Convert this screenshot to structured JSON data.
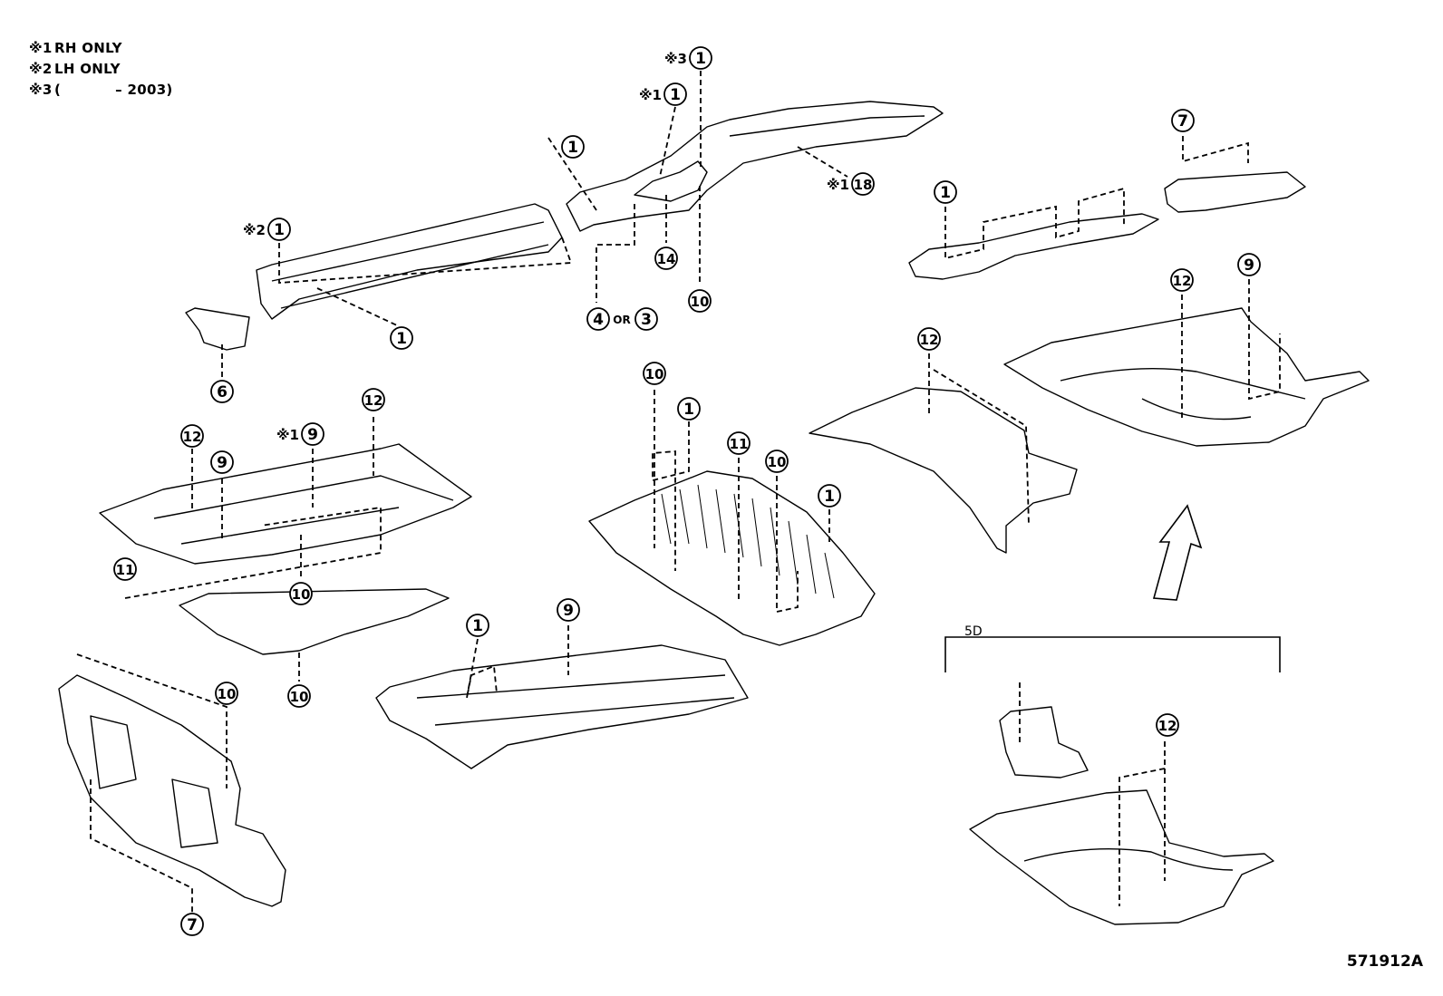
{
  "notes": [
    {
      "ref": "※1",
      "text": "RH ONLY"
    },
    {
      "ref": "※2",
      "text": "LH ONLY"
    },
    {
      "ref": "※3",
      "text": "(",
      "text2": "– 2003)"
    }
  ],
  "diagram_id": "571912A",
  "variant_label": "5D",
  "or_label": "OR",
  "callouts": [
    {
      "num": "1",
      "prefix": "※3"
    },
    {
      "num": "1",
      "prefix": "※1"
    },
    {
      "num": "1",
      "prefix": ""
    },
    {
      "num": "18",
      "prefix": "※1"
    },
    {
      "num": "1",
      "prefix": "※2"
    },
    {
      "num": "14",
      "prefix": ""
    },
    {
      "num": "10",
      "prefix": ""
    },
    {
      "num": "4",
      "prefix": ""
    },
    {
      "num": "3",
      "prefix": ""
    },
    {
      "num": "1",
      "prefix": ""
    },
    {
      "num": "6",
      "prefix": ""
    },
    {
      "num": "7",
      "prefix": ""
    },
    {
      "num": "1",
      "prefix": ""
    },
    {
      "num": "12",
      "prefix": ""
    },
    {
      "num": "9",
      "prefix": ""
    },
    {
      "num": "12",
      "prefix": ""
    },
    {
      "num": "12",
      "prefix": ""
    },
    {
      "num": "9",
      "prefix": ""
    },
    {
      "num": "9",
      "prefix": "※1"
    },
    {
      "num": "12",
      "prefix": ""
    },
    {
      "num": "11",
      "prefix": ""
    },
    {
      "num": "10",
      "prefix": ""
    },
    {
      "num": "10",
      "prefix": ""
    },
    {
      "num": "1",
      "prefix": ""
    },
    {
      "num": "11",
      "prefix": ""
    },
    {
      "num": "10",
      "prefix": ""
    },
    {
      "num": "1",
      "prefix": ""
    },
    {
      "num": "1",
      "prefix": ""
    },
    {
      "num": "9",
      "prefix": ""
    },
    {
      "num": "10",
      "prefix": ""
    },
    {
      "num": "10",
      "prefix": ""
    },
    {
      "num": "7",
      "prefix": ""
    },
    {
      "num": "12",
      "prefix": ""
    }
  ]
}
